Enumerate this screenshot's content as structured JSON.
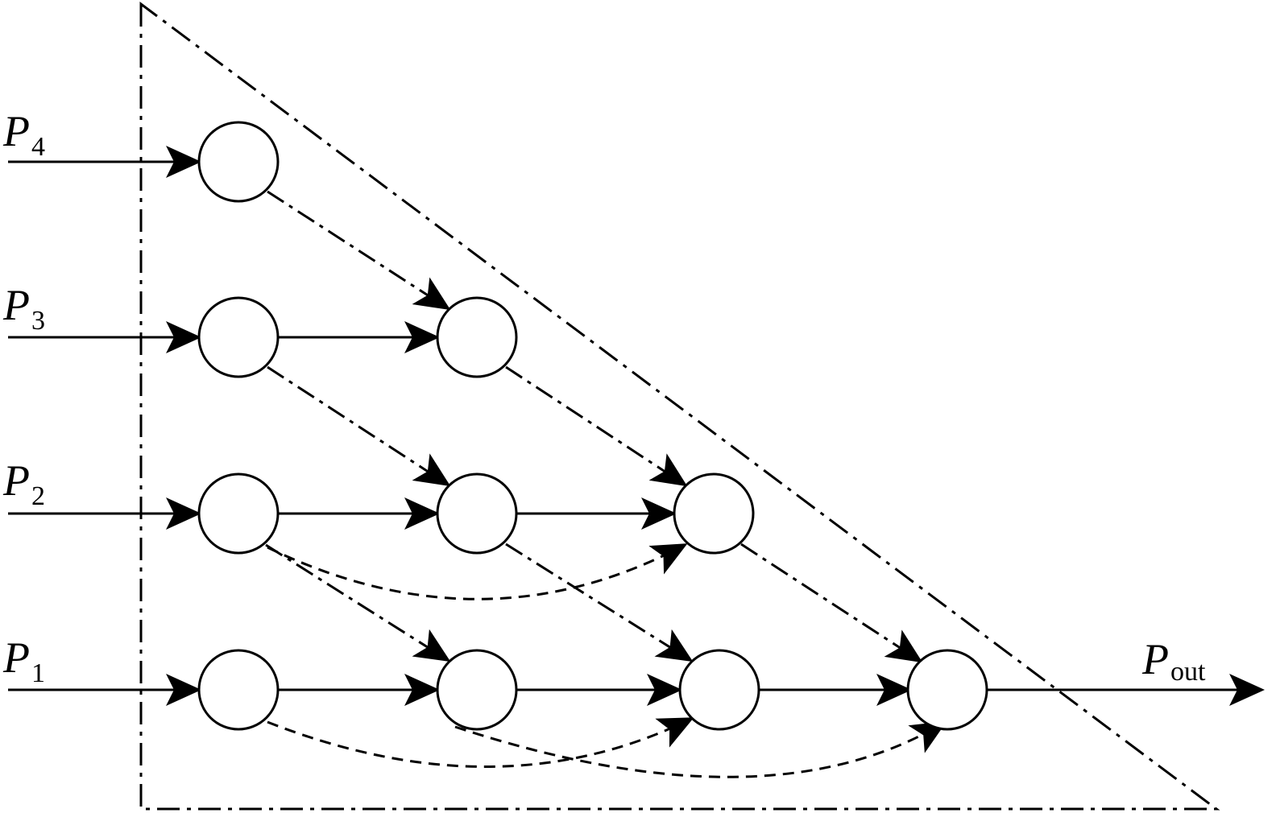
{
  "diagram": {
    "inputs": [
      {
        "symbol": "P",
        "subscript": "4"
      },
      {
        "symbol": "P",
        "subscript": "3"
      },
      {
        "symbol": "P",
        "subscript": "2"
      },
      {
        "symbol": "P",
        "subscript": "1"
      }
    ],
    "output": {
      "symbol": "P",
      "subscript": "out"
    },
    "colors": {
      "stroke": "#000000",
      "background": "#ffffff"
    }
  }
}
